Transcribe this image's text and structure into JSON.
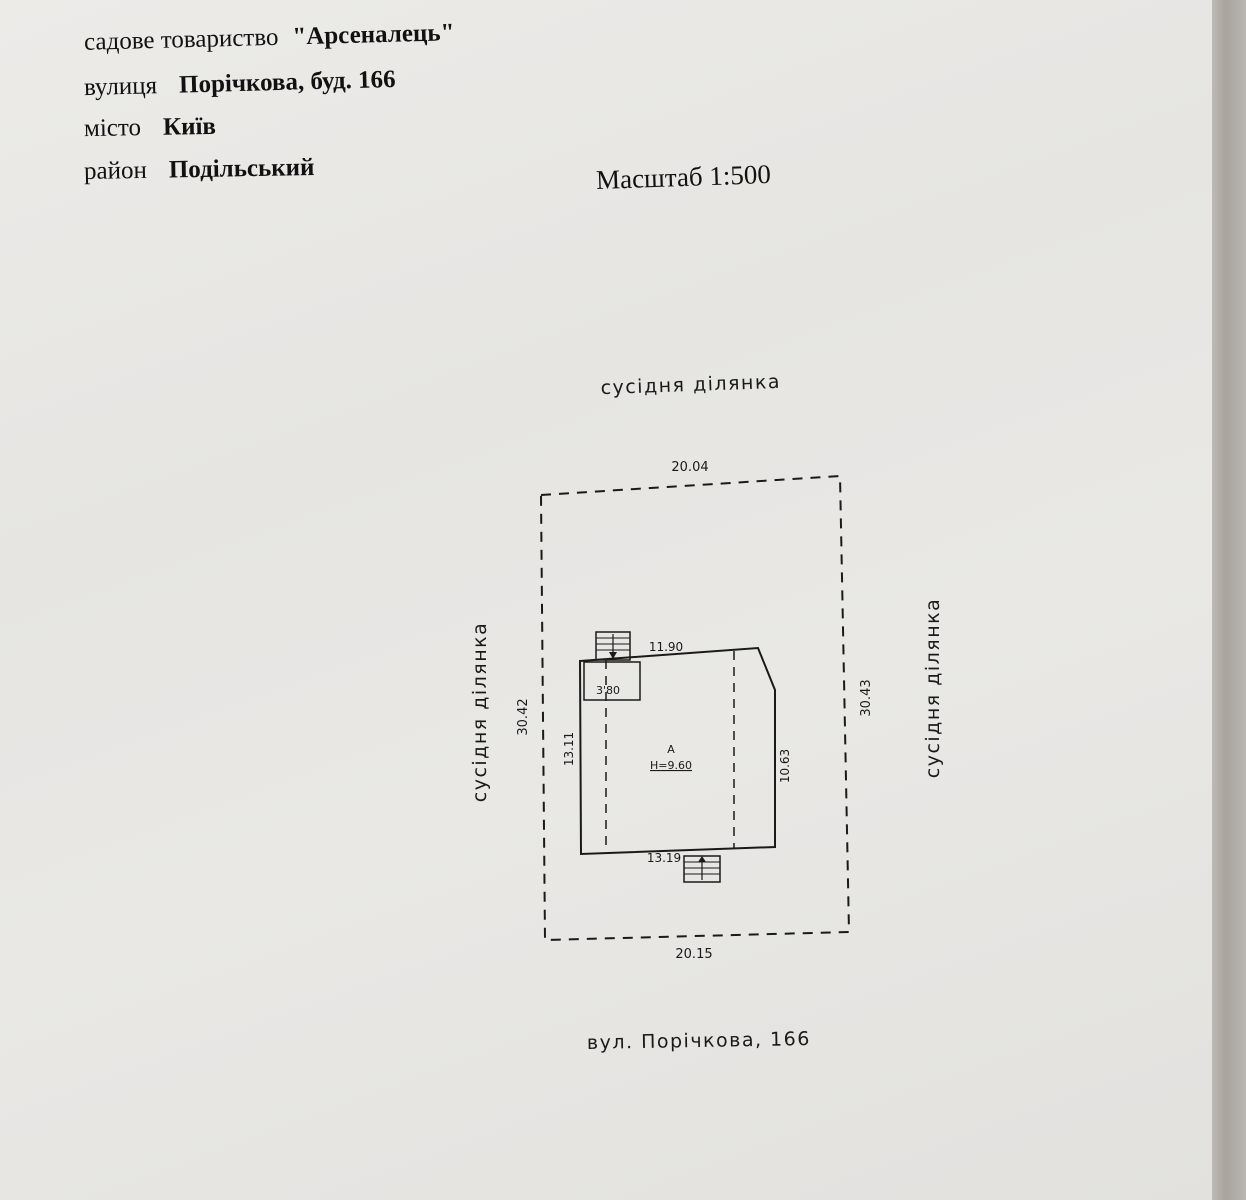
{
  "header": {
    "society_label": "садове товариство",
    "society_value": "\"Арсеналець\"",
    "street_label": "вулиця",
    "street_value": "Порічкова, буд. 166",
    "city_label": "місто",
    "city_value": "Київ",
    "district_label": "район",
    "district_value": "Подільський"
  },
  "scale": "Масштаб 1:500",
  "plan": {
    "north_label": "сусідня ділянка",
    "west_label": "сусідня ділянка",
    "east_label": "сусідня ділянка",
    "south_label": "вул. Порічкова, 166",
    "dim_top": "20.04",
    "dim_bottom": "20.15",
    "dim_left": "30.42",
    "dim_right": "30.43",
    "building": {
      "label": "А",
      "height": "Н=9.60",
      "dim_top": "11.90",
      "dim_bottom": "13.19",
      "dim_left": "13.11",
      "dim_right": "10.63",
      "annex": "3'80"
    }
  }
}
